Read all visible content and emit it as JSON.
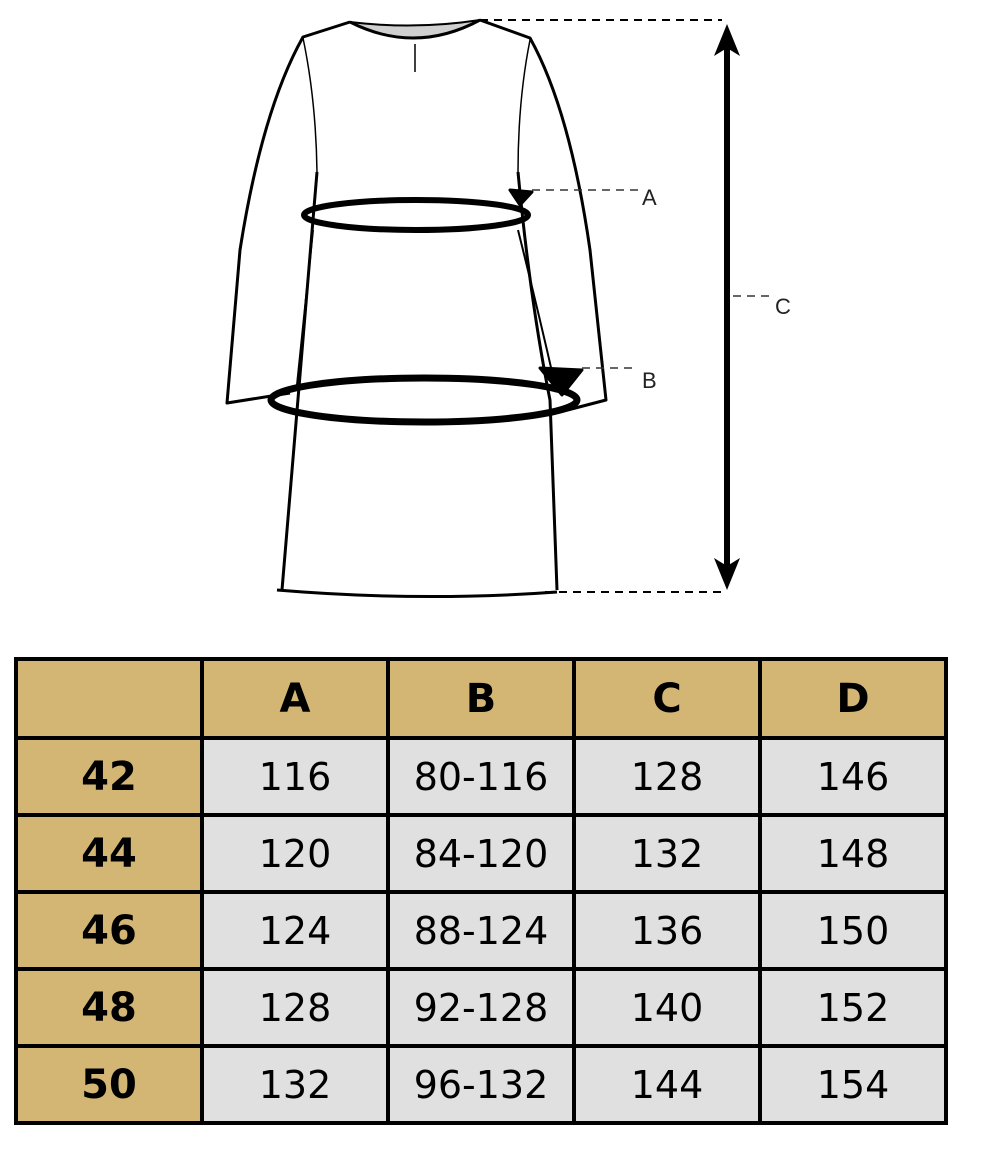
{
  "diagram": {
    "labels": {
      "a": "A",
      "b": "B",
      "c": "C"
    }
  },
  "size_table": {
    "headers": [
      "",
      "A",
      "B",
      "C",
      "D"
    ],
    "rows": [
      {
        "size": "42",
        "values": [
          "116",
          "80-116",
          "128",
          "146"
        ]
      },
      {
        "size": "44",
        "values": [
          "120",
          "84-120",
          "132",
          "148"
        ]
      },
      {
        "size": "46",
        "values": [
          "124",
          "88-124",
          "136",
          "150"
        ]
      },
      {
        "size": "48",
        "values": [
          "128",
          "92-128",
          "140",
          "152"
        ]
      },
      {
        "size": "50",
        "values": [
          "132",
          "96-132",
          "144",
          "154"
        ]
      }
    ]
  },
  "colors": {
    "header": "#d3b574",
    "cell": "#e0e0e0",
    "border": "#000000"
  }
}
